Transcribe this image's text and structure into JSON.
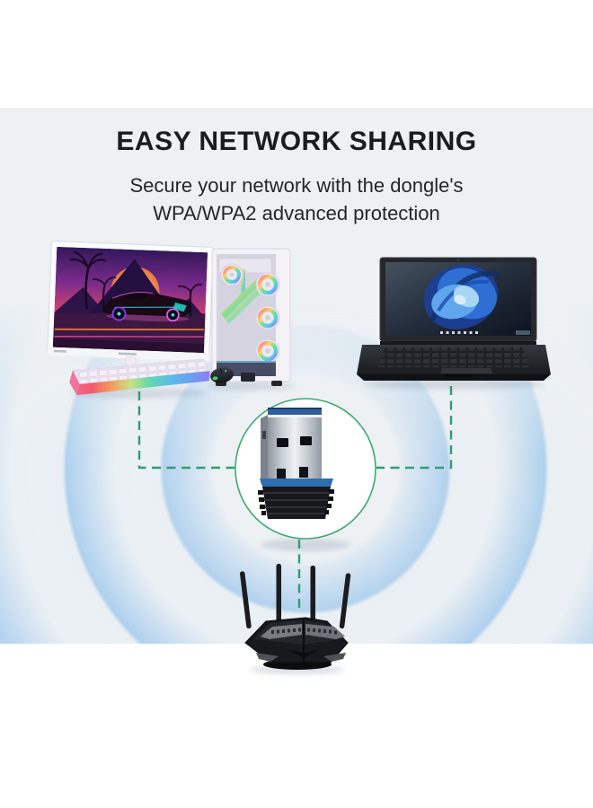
{
  "header": {
    "title": "EASY NETWORK SHARING",
    "subtitle_line1": "Secure your network with the dongle's",
    "subtitle_line2": "WPA/WPA2 advanced protection"
  },
  "scene": {
    "devices": {
      "left": "gaming-desktop-pc-with-monitor-keyboard-mouse",
      "right": "laptop",
      "center": "usb-wifi-dongle",
      "bottom": "wifi-router-4-antennas"
    },
    "colors": {
      "page_bg": "#ffffff",
      "panel_bg": "#edf1f4",
      "ripple_blue": "#a0c8ec",
      "connector_green": "#2f9e74",
      "circle_stroke_green": "#3dab72",
      "title_color": "#1b1c1e",
      "subtitle_color": "#24272a",
      "router_black": "#17191d",
      "dongle_blue": "#2f5f9e",
      "usb_silver": "#c6ccd2"
    }
  }
}
